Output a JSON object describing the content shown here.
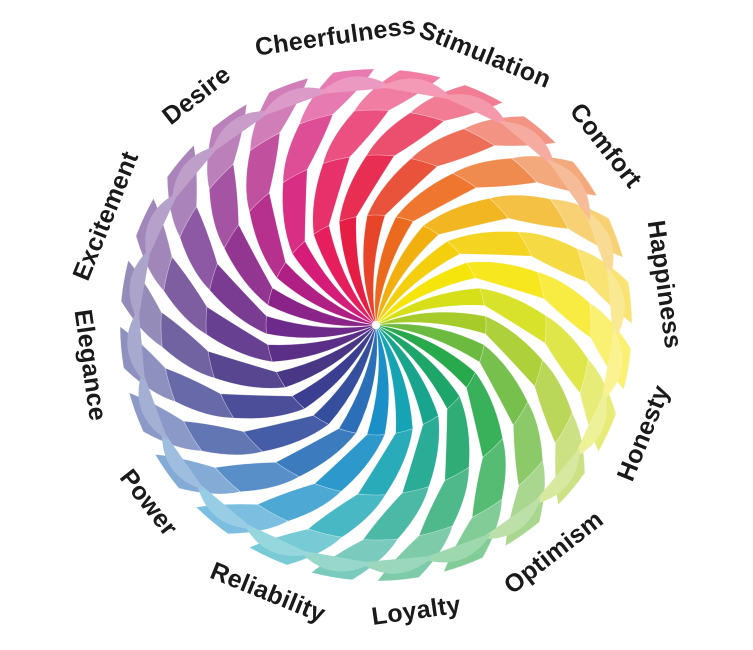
{
  "wheel": {
    "labels": [
      "Cheerfulness",
      "Stimulation",
      "Comfort",
      "Happiness",
      "Honesty",
      "Optimism",
      "Loyalty",
      "Reliability",
      "Power",
      "Elegance",
      "Excitement",
      "Desire"
    ],
    "segment_colors": [
      "#f2b010",
      "#f4cf0e",
      "#f6e50b",
      "#d6df17",
      "#a7cc2a",
      "#6cba3f",
      "#28a94c",
      "#1ea56a",
      "#19a58d",
      "#16a4b4",
      "#1b8fc8",
      "#2a6fb8",
      "#354f9e",
      "#3c3f91",
      "#493786",
      "#5b2f87",
      "#6e2a8a",
      "#8a2488",
      "#b01f84",
      "#d51c78",
      "#e61e5e",
      "#e61d44",
      "#e8442a",
      "#ec6a1d"
    ],
    "background": "#ffffff"
  }
}
